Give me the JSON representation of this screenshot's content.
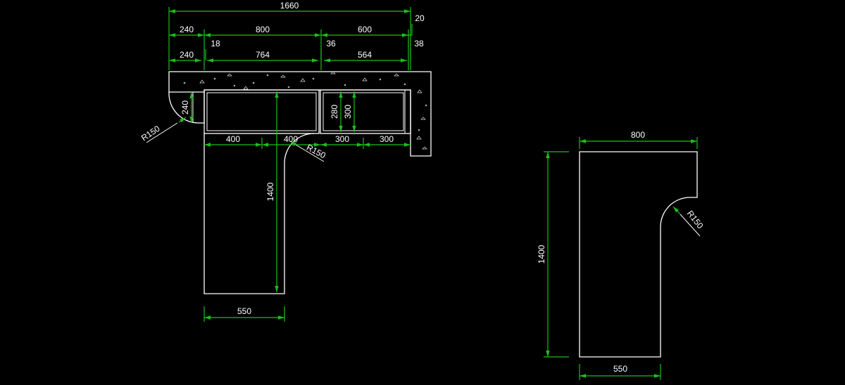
{
  "colors": {
    "background": "#000000",
    "outline": "#ffffff",
    "dimension_line": "#1bbf1b",
    "label": "#ffffff"
  },
  "plan": {
    "overall_width": "1660",
    "row1": [
      "240",
      "800",
      "600",
      "20"
    ],
    "row2": [
      "240",
      "18",
      "764",
      "36",
      "564",
      "38"
    ],
    "side_height_left": "240",
    "cabinet_heights": [
      "280",
      "300"
    ],
    "bottom_row": [
      "400",
      "400",
      "300",
      "300"
    ],
    "radius_left": "R150",
    "radius_center": "R150",
    "desk_length": "1400",
    "desk_width": "550"
  },
  "detail": {
    "top_width": "800",
    "height": "1400",
    "bottom_width": "550",
    "radius": "R150"
  }
}
